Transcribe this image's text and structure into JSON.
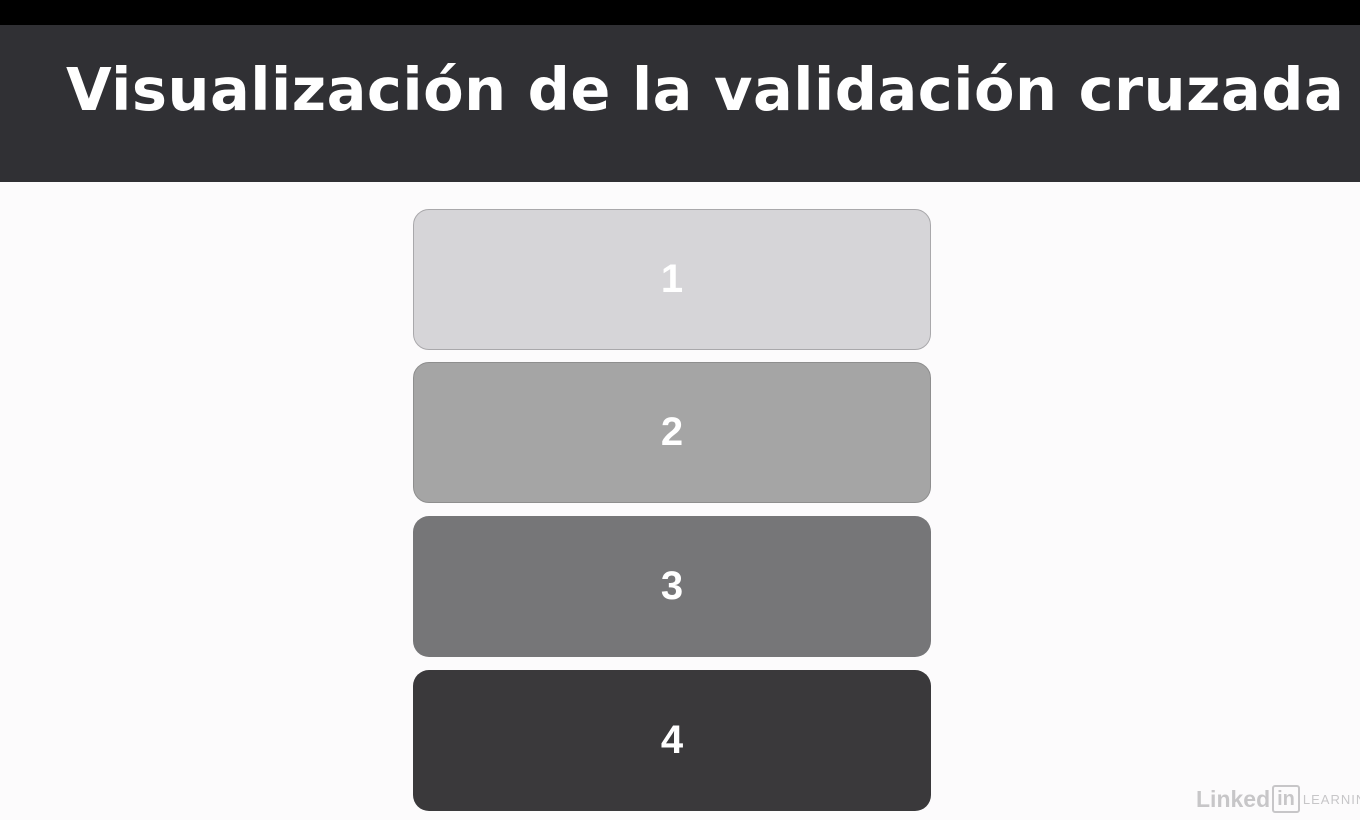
{
  "slide": {
    "title": "Visualización de la validación cruzada"
  },
  "folds": [
    {
      "label": "1",
      "color": "#d6d5d8"
    },
    {
      "label": "2",
      "color": "#a5a5a5"
    },
    {
      "label": "3",
      "color": "#767678"
    },
    {
      "label": "4",
      "color": "#3a393b"
    }
  ],
  "watermark": {
    "logo_text": "LinkedIn LEARNING",
    "icon": "linkedin-learning-logo-icon"
  }
}
